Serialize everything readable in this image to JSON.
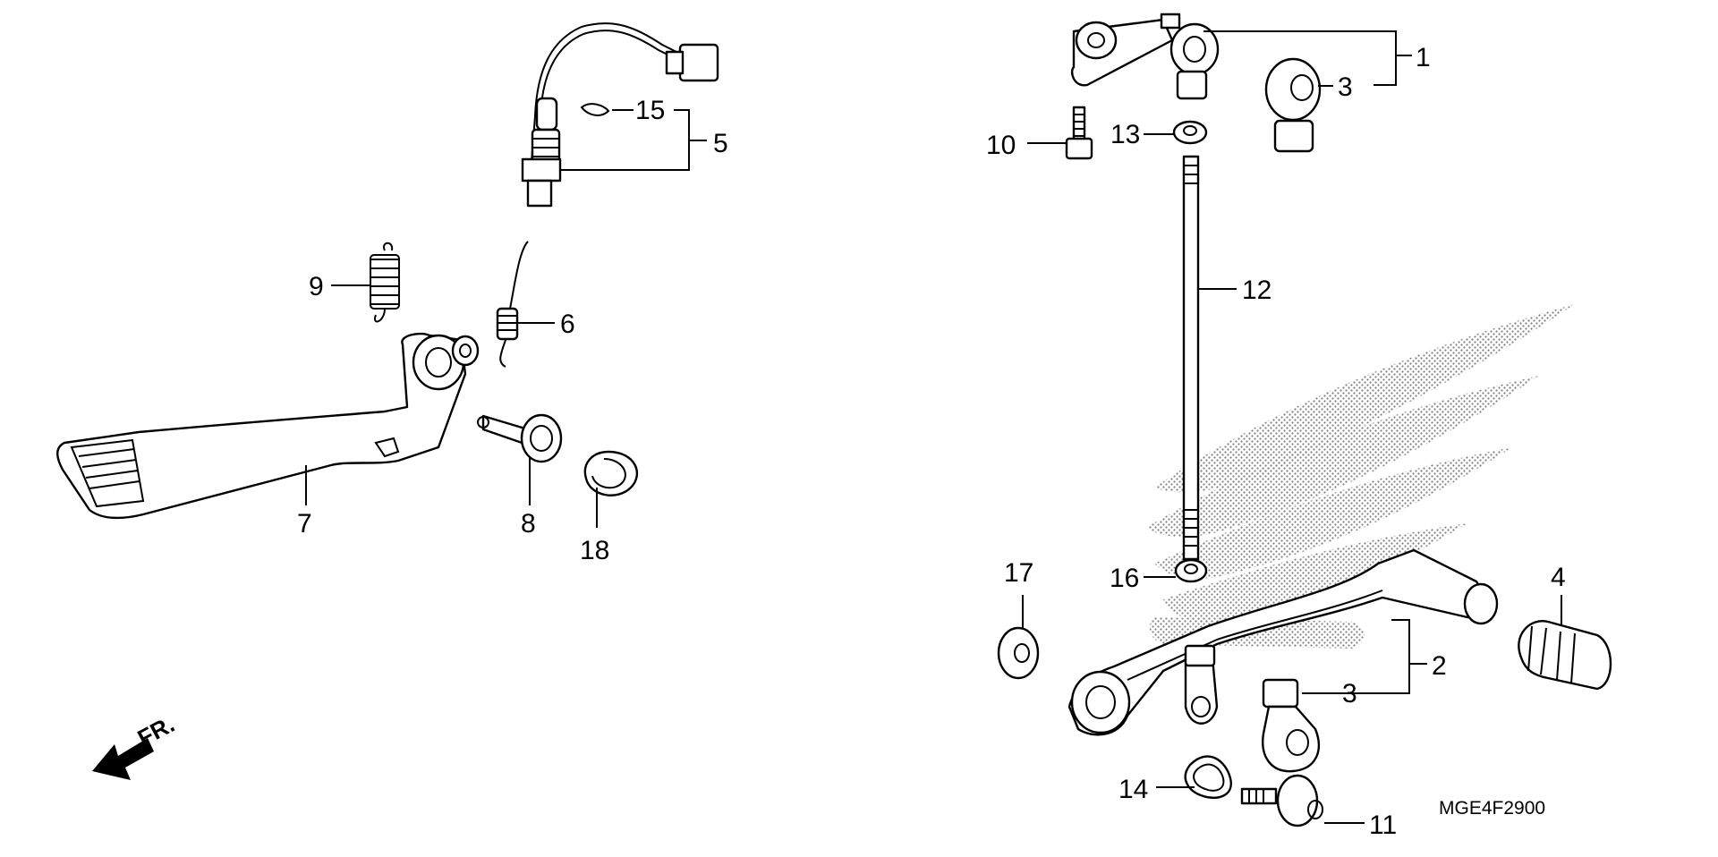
{
  "diagram_code": "MGE4F2900",
  "direction_label": "FR.",
  "callouts": {
    "c1": "1",
    "c2": "2",
    "c3a": "3",
    "c3b": "3",
    "c4": "4",
    "c5": "5",
    "c6": "6",
    "c7": "7",
    "c8": "8",
    "c9": "9",
    "c10": "10",
    "c11": "11",
    "c12": "12",
    "c13": "13",
    "c14": "14",
    "c15": "15",
    "c16": "16",
    "c17": "17",
    "c18": "18"
  },
  "colors": {
    "ink": "#000000",
    "paper": "#ffffff",
    "logo_dots": "#555555"
  },
  "icons": [
    "direction-arrow-icon",
    "wing-logo-watermark"
  ]
}
